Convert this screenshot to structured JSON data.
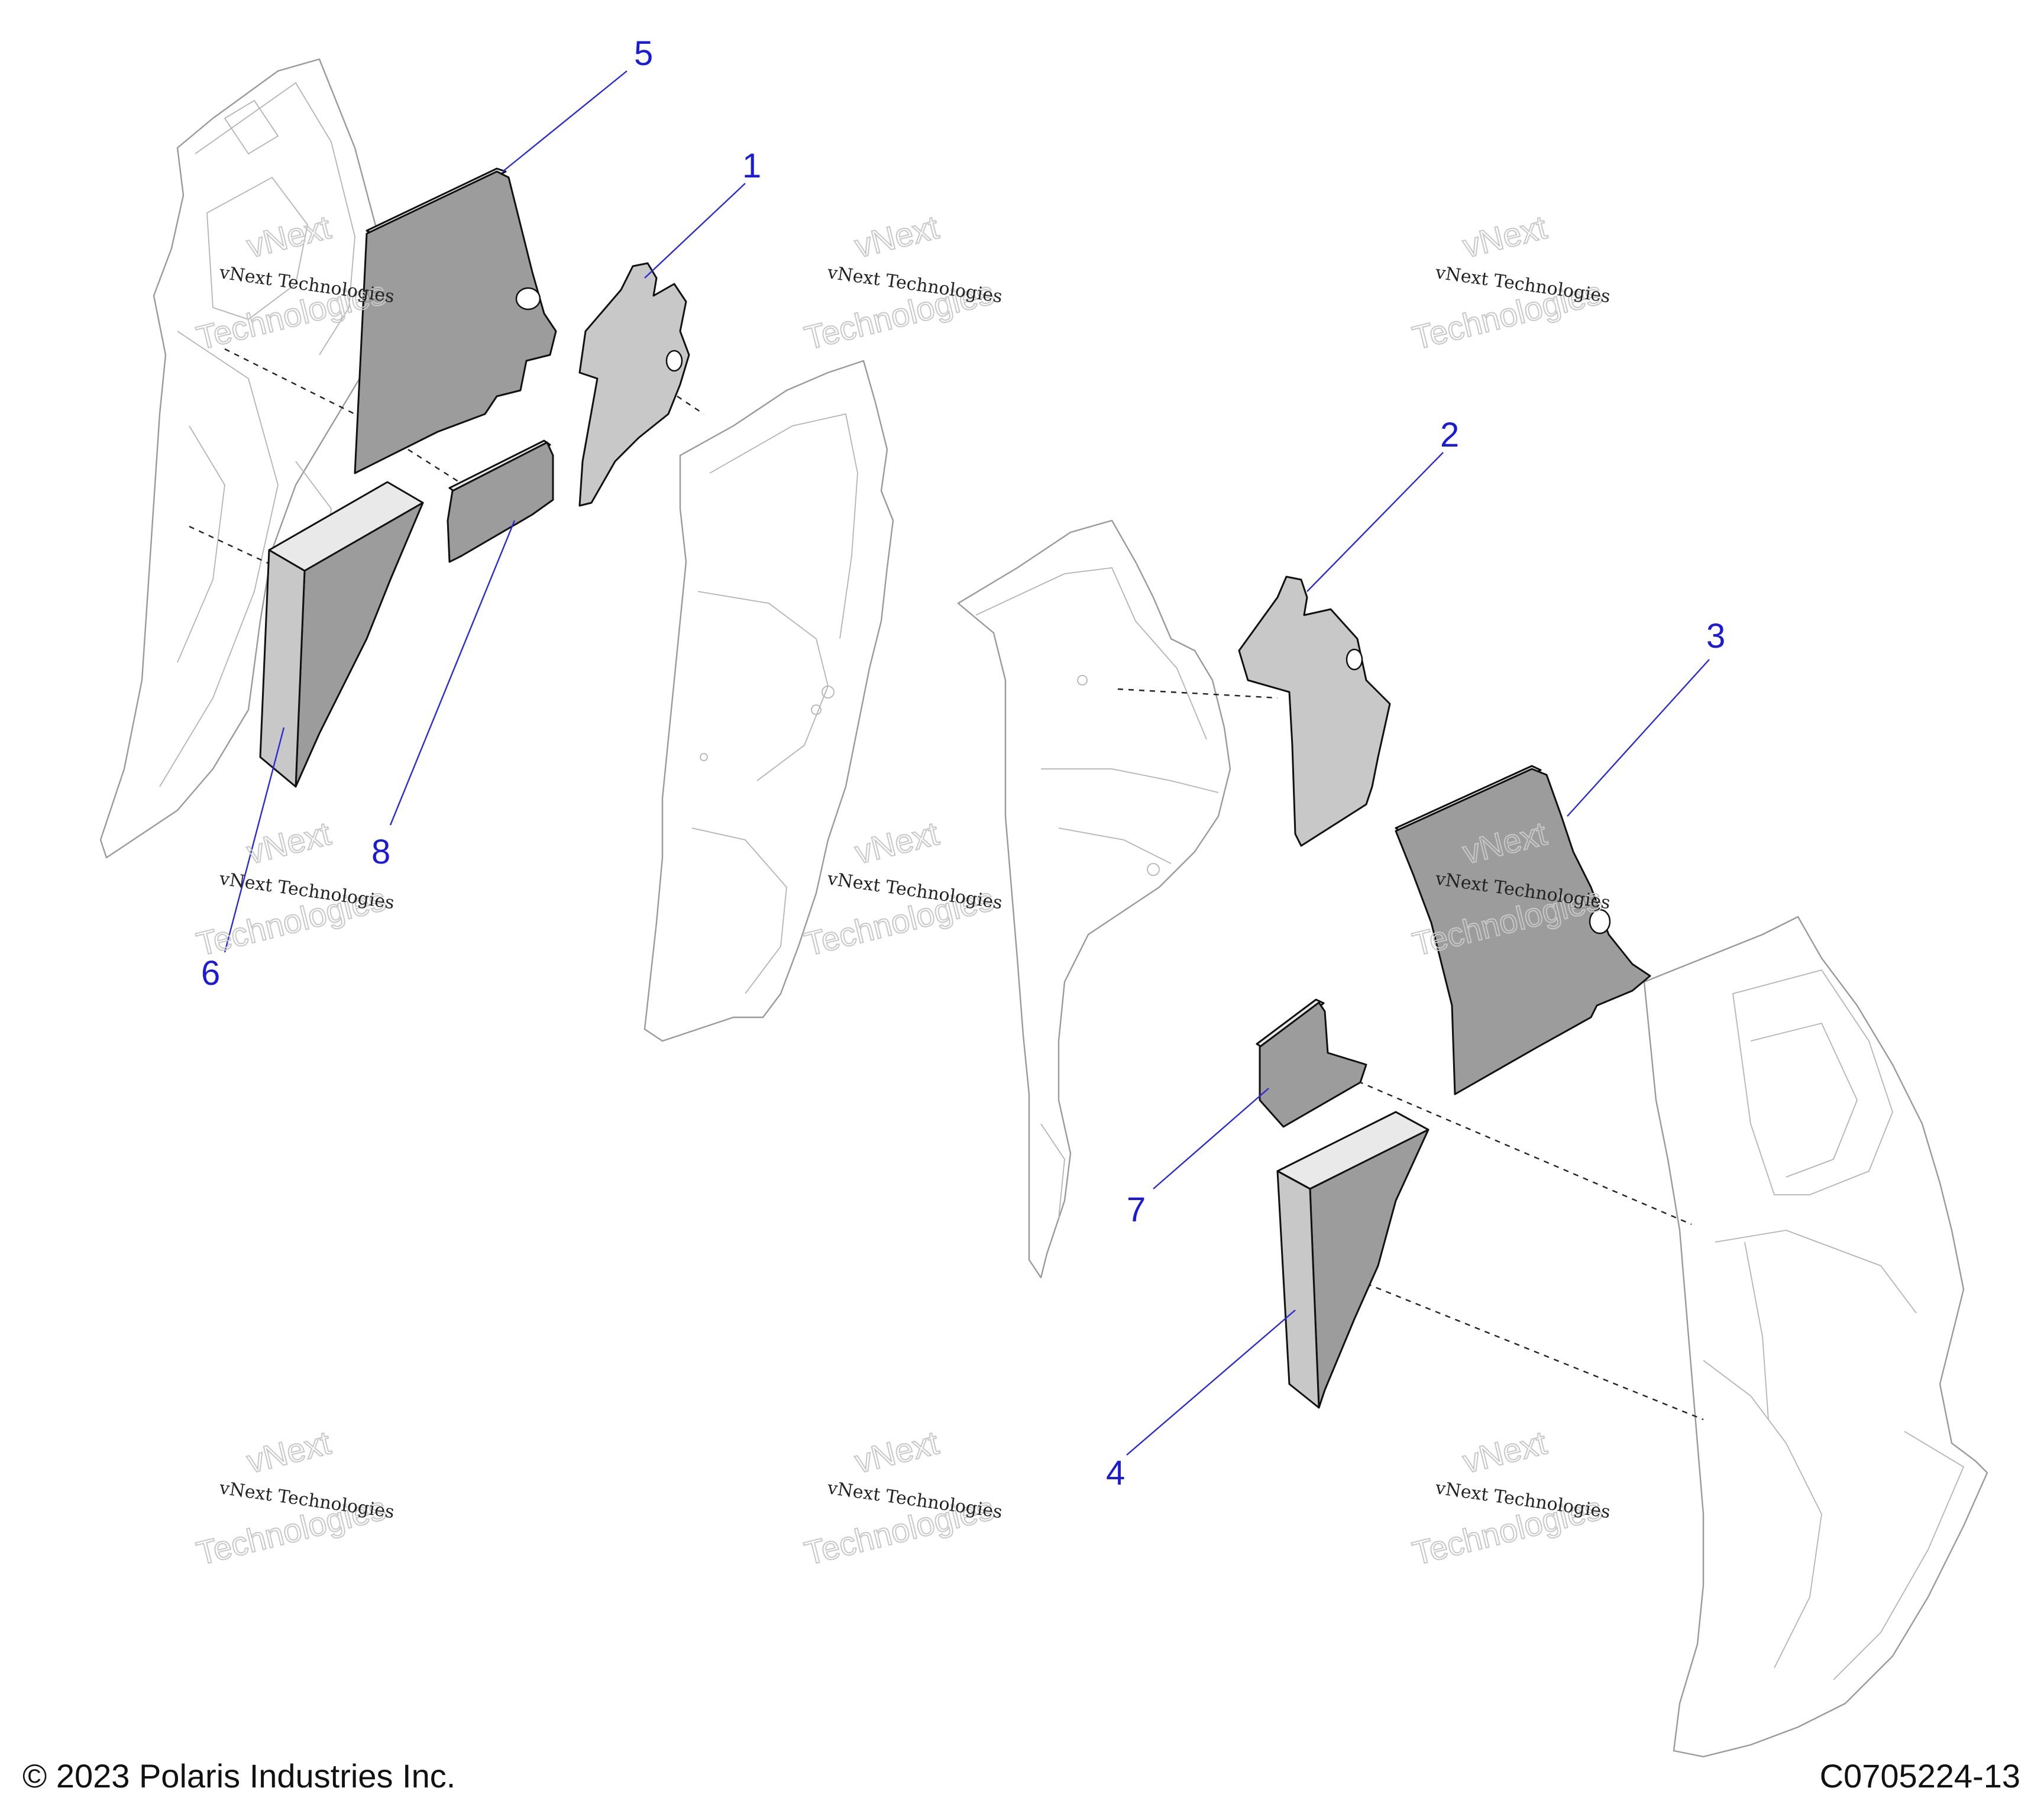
{
  "callouts": {
    "c1": "1",
    "c2": "2",
    "c3": "3",
    "c4": "4",
    "c5": "5",
    "c6": "6",
    "c7": "7",
    "c8": "8"
  },
  "watermark": {
    "line1": "vNext Technologies",
    "line2": "Technologies",
    "line3": "vNext"
  },
  "footer": {
    "copyright": "© 2023 Polaris Industries Inc.",
    "drawing_id": "C0705224-13"
  },
  "colors": {
    "callout": "#1a1adb",
    "pad_dark": "#9c9c9c",
    "pad_light": "#c8c8c8",
    "frame_line": "#9a9a9a"
  }
}
